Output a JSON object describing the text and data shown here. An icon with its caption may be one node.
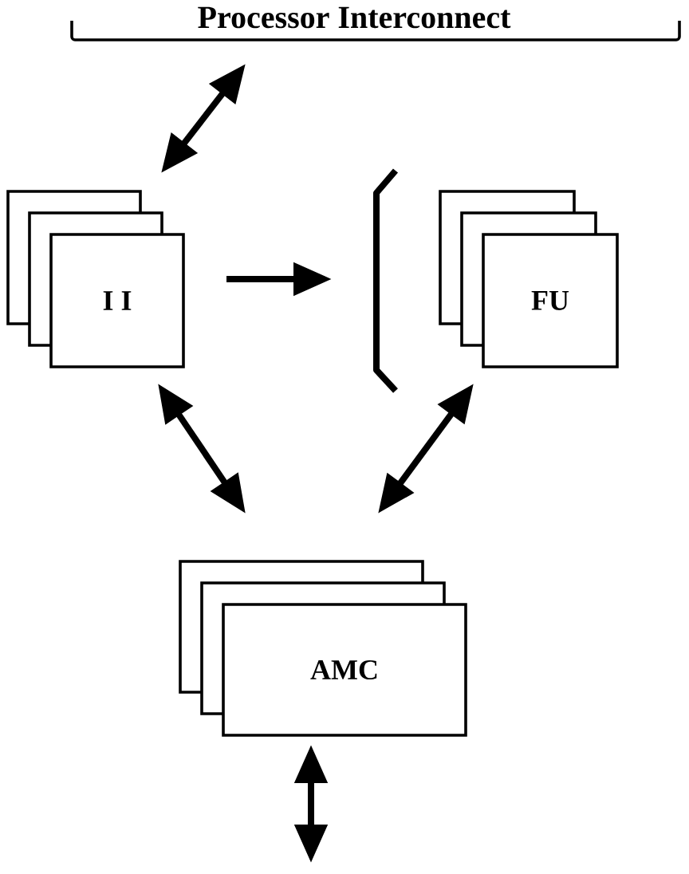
{
  "diagram": {
    "nodes": [
      {
        "text": [
          "Processor Interconnect"
        ]
      },
      {
        "text": [
          "I I"
        ]
      },
      {
        "text": [],
        "shape": "bracket"
      },
      {
        "text": [
          "FU"
        ]
      },
      {
        "text": [
          "AMC"
        ]
      }
    ],
    "edges": [
      {
        "from": 1,
        "to": 0,
        "arrow": "both"
      },
      {
        "from": 1,
        "to": 2,
        "arrow": "to"
      },
      {
        "from": 1,
        "to": 4,
        "arrow": "both"
      },
      {
        "from": 3,
        "to": 4,
        "arrow": "both"
      },
      {
        "from": 4,
        "to": null,
        "arrow": "both"
      }
    ]
  }
}
